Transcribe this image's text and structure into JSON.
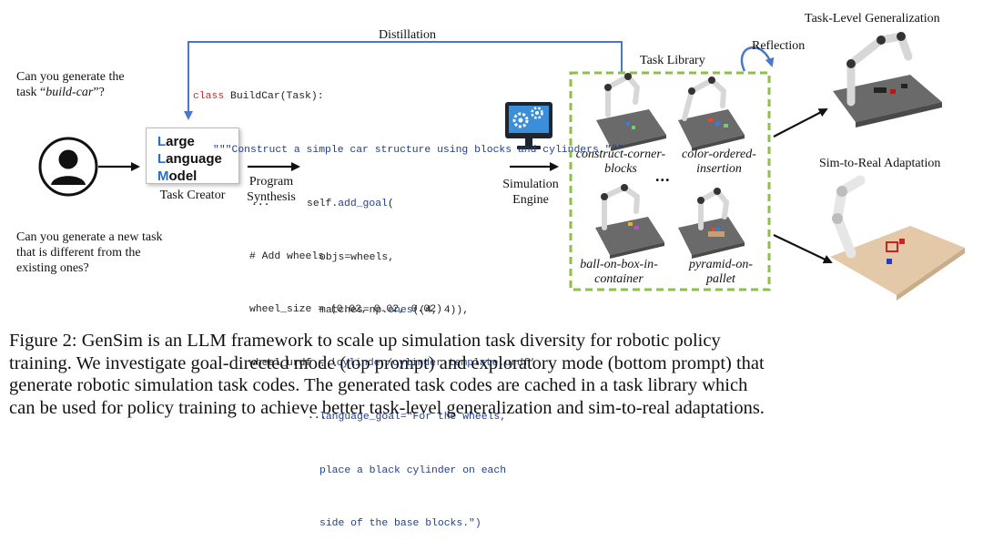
{
  "figure": {
    "distillation_label": "Distillation",
    "prompts": {
      "top": "Can you generate the task “build-car”?",
      "top_line1": "Can you generate the",
      "top_line2_prefix": "task “",
      "top_line2_italic": "build-car",
      "top_line2_suffix": "”?",
      "bottom_line1": "Can you generate a new task",
      "bottom_line2": "that is different from the",
      "bottom_line3": "existing ones?"
    },
    "llm": {
      "line1_cap": "L",
      "line1_rest": "arge",
      "line2_cap": "L",
      "line2_rest": "anguage",
      "line3_cap": "M",
      "line3_rest": "odel",
      "caption": "Task Creator"
    },
    "program_synthesis": [
      "Program",
      "Synthesis"
    ],
    "simulation_engine": [
      "Simulation",
      "Engine"
    ],
    "code_top": {
      "line1_kw": "class ",
      "line1_rest": "BuildCar(Task):",
      "line2": "\"\"\"Construct a simple car structure using blocks and cylinders.\"\"\"",
      "line3": "...",
      "line4": "# Add wheels.",
      "line5": "wheel_size = (0.02, 0.02, 0.02)",
      "line6": "wheel_urdf = 'cylinder/cylinder-template.urdf'",
      "line7": "..."
    },
    "code_bottom": {
      "line1_prefix": "self.",
      "line1_fn": "add_goal",
      "line1_suffix": "(",
      "line2": "objs=wheels,",
      "line3_prefix": "matches=np.",
      "line3_fn": "ones",
      "line3_suffix": "((4, 4)),",
      "line4": "...",
      "line5": "language_goal=\"For the wheels,",
      "line6": "place a black cylinder on each",
      "line7": "side of the base blocks.\")"
    },
    "task_library": {
      "title": "Task Library",
      "reflection": "Reflection",
      "ellipsis": "...",
      "tasks": [
        [
          "construct-corner-",
          "blocks"
        ],
        [
          "color-ordered-",
          "insertion"
        ],
        [
          "ball-on-box-in-",
          "container"
        ],
        [
          "pyramid-on-",
          "pallet"
        ]
      ]
    },
    "task_level_generalization": "Task-Level Generalization",
    "sim_to_real": "Sim-to-Real Adaptation",
    "colors": {
      "library_border": "#8cc04a",
      "llm_accent": "#2a6fc0",
      "arrow_blue": "#4a78c8",
      "code_keyword": "#c0302a",
      "code_string": "#1f3f8c"
    }
  },
  "caption": {
    "line1": "Figure 2: GenSim is an LLM framework to scale up simulation task diversity for robotic policy",
    "line2": "training. We investigate goal-directed mode (top prompt) and exploratory mode (bottom prompt) that",
    "line3": "generate robotic simulation task codes. The generated task codes are cached in a task library which",
    "line4": "can be used for policy training to achieve better task-level generalization and sim-to-real adaptations."
  }
}
